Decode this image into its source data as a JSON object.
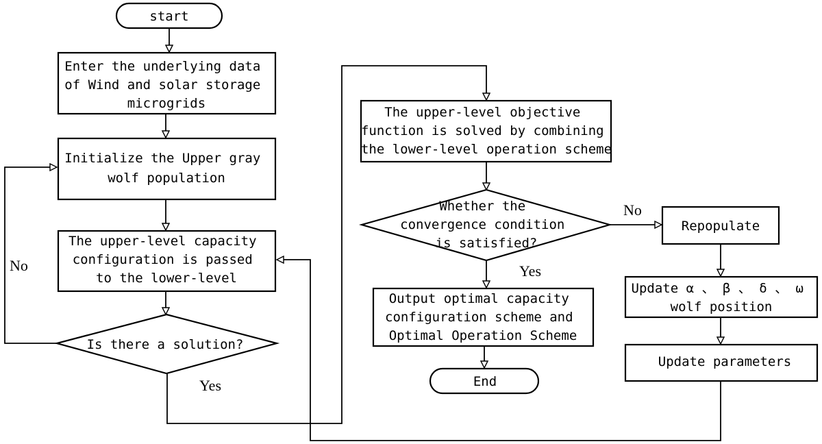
{
  "nodes": {
    "start": "start",
    "enter_data": [
      "Enter the underlying data",
      "of Wind and solar storage",
      "microgrids"
    ],
    "init_pop": [
      "Initialize the Upper gray",
      "wolf population"
    ],
    "pass_config": [
      "The upper-level capacity",
      "configuration is passed",
      "to the lower-level"
    ],
    "is_solution": "Is there a solution?",
    "upper_obj": [
      "The upper-level objective",
      "function is solved by combining",
      "the lower-level operation scheme"
    ],
    "convergence": [
      "Whether the",
      "convergence condition",
      "is satisfied?"
    ],
    "output": [
      "Output optimal capacity",
      "configuration scheme and",
      "Optimal Operation Scheme"
    ],
    "end": "End",
    "repopulate": "Repopulate",
    "update_pos": [
      "Update α 、 β 、 δ 、 ω",
      "wolf  position"
    ],
    "update_params": "Update parameters"
  },
  "edge_labels": {
    "solution_no": "No",
    "solution_yes": "Yes",
    "convergence_no": "No",
    "convergence_yes": "Yes"
  }
}
